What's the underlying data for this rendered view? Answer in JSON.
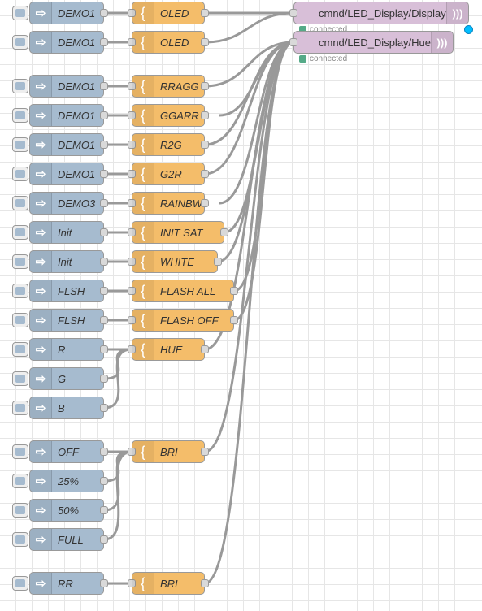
{
  "injects": [
    {
      "label": "DEMO1"
    },
    {
      "label": "DEMO1"
    },
    {
      "label": "DEMO1"
    },
    {
      "label": "DEMO1"
    },
    {
      "label": "DEMO1"
    },
    {
      "label": "DEMO1"
    },
    {
      "label": "DEMO3"
    },
    {
      "label": "Init"
    },
    {
      "label": "Init"
    },
    {
      "label": "FLSH"
    },
    {
      "label": "FLSH"
    },
    {
      "label": "R"
    },
    {
      "label": "G"
    },
    {
      "label": "B"
    },
    {
      "label": "OFF"
    },
    {
      "label": "25%"
    },
    {
      "label": "50%"
    },
    {
      "label": "FULL"
    },
    {
      "label": "RR"
    }
  ],
  "functions": [
    {
      "label": "OLED"
    },
    {
      "label": "OLED"
    },
    {
      "label": "RRAGG"
    },
    {
      "label": "GGARR"
    },
    {
      "label": "R2G"
    },
    {
      "label": "G2R"
    },
    {
      "label": "RAINBW"
    },
    {
      "label": "INIT SAT"
    },
    {
      "label": "WHITE"
    },
    {
      "label": "FLASH ALL"
    },
    {
      "label": "FLASH OFF"
    },
    {
      "label": "HUE"
    },
    {
      "label": "BRI"
    },
    {
      "label": "BRI"
    }
  ],
  "mqtt": [
    {
      "label": "cmnd/LED_Display/Display",
      "status": "connected"
    },
    {
      "label": "cmnd/LED_Display/Hue",
      "status": "connected"
    }
  ],
  "colors": {
    "inject": "#a6bbcf",
    "function": "#f4bd6a",
    "mqtt": "#d8bfd8",
    "wire": "#999999",
    "status_ok": "#55aa88",
    "changed": "#00bfff"
  },
  "icons": {
    "inject": "arrow-right-icon",
    "function": "brace-icon",
    "mqtt": "wifi-signal-icon"
  }
}
